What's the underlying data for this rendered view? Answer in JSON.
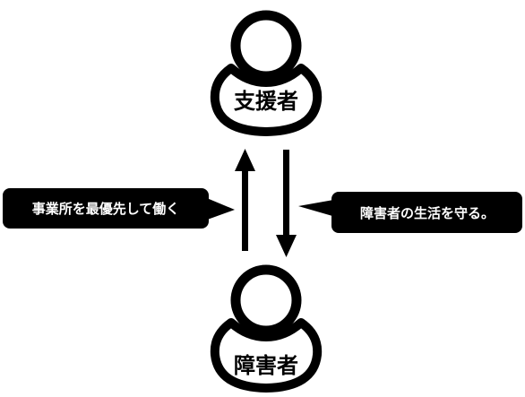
{
  "top_person": {
    "label": "支援者"
  },
  "bottom_person": {
    "label": "障害者"
  },
  "left_callout": {
    "text": "事業所を最優先して働く"
  },
  "right_callout": {
    "text": "障害者の生活を守る。"
  },
  "colors": {
    "foreground": "#000000",
    "background": "#ffffff",
    "callout_text": "#ffffff"
  },
  "icons": {
    "person": "person-icon",
    "arrow_up": "arrow-up-icon",
    "arrow_down": "arrow-down-icon"
  }
}
